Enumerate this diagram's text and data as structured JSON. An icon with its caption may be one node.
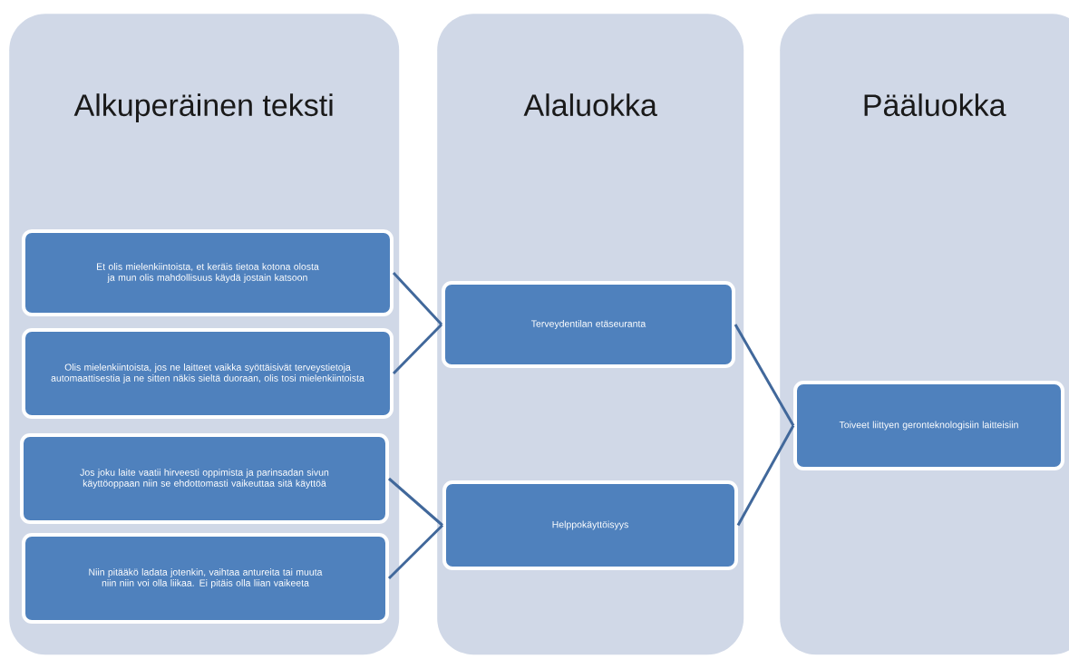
{
  "diagram": {
    "nodes": [
      {
        "text": [
          "Alkuperäinen teksti"
        ]
      },
      {
        "text": [
          "Alaluokka"
        ]
      },
      {
        "text": [
          "Pääluokka"
        ]
      },
      {
        "text": [
          "Et olis mielenkiintoista, et keräis tietoa kotona olosta ja mun olis mahdollisuus käydä jostain katsoon"
        ],
        "in": 0
      },
      {
        "text": [
          "Olis mielenkiintoista, jos ne laitteet vaikka syöttäisivät terveystietoja automaattisestia ja ne sitten näkis sieltä duoraan, olis tosi mielenkiintoista"
        ],
        "in": 0
      },
      {
        "text": [
          "Jos joku laite vaatii hirveesti oppimista ja parinsadan sivun käyttöoppaan niin se ehdottomasti vaikeuttaa sitä käyttöä"
        ],
        "in": 0
      },
      {
        "text": [
          "Niin pitääkö ladata jotenkin, vaihtaa antureita tai muuta niin niin voi olla liikaa. Ei pitäis olla liian vaikeeta"
        ],
        "in": 0
      },
      {
        "text": [
          "Terveydentilan etäseuranta"
        ],
        "in": 1
      },
      {
        "text": [
          "Helppokäyttöisyys"
        ],
        "in": 1
      },
      {
        "text": [
          "Toiveet liittyen geronteknologisiin laitteisiin"
        ],
        "in": 2
      }
    ],
    "edges": [
      {
        "from": 3,
        "to": 7,
        "arrow": "none"
      },
      {
        "from": 4,
        "to": 7,
        "arrow": "none"
      },
      {
        "from": 5,
        "to": 8,
        "arrow": "none"
      },
      {
        "from": 6,
        "to": 8,
        "arrow": "none"
      },
      {
        "from": 7,
        "to": 9,
        "arrow": "none"
      },
      {
        "from": 8,
        "to": 9,
        "arrow": "none"
      }
    ]
  }
}
